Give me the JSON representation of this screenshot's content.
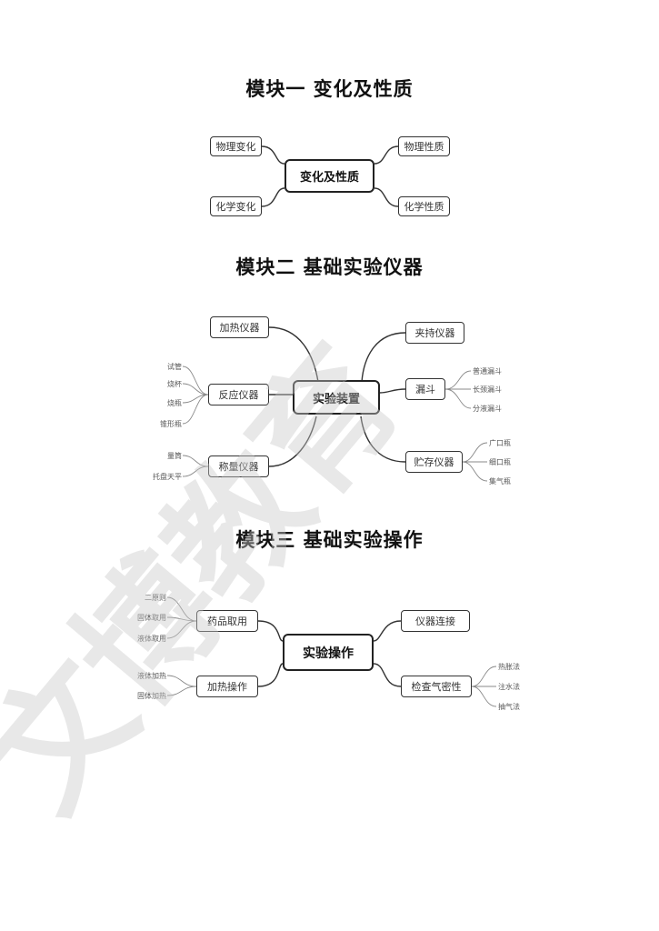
{
  "module1": {
    "title": "模块一  变化及性质",
    "center": "变化及性质",
    "left": [
      "物理变化",
      "化学变化"
    ],
    "right": [
      "物理性质",
      "化学性质"
    ]
  },
  "module2": {
    "title": "模块二  基础实验仪器",
    "center": "实验装置",
    "heating": "加热仪器",
    "reaction": {
      "label": "反应仪器",
      "items": [
        "试管",
        "烧杯",
        "烧瓶",
        "锥形瓶"
      ]
    },
    "weighing": {
      "label": "称量仪器",
      "items": [
        "量筒",
        "托盘天平"
      ]
    },
    "clamping": "夹持仪器",
    "funnel": {
      "label": "漏斗",
      "items": [
        "普通漏斗",
        "长颈漏斗",
        "分液漏斗"
      ]
    },
    "storage": {
      "label": "贮存仪器",
      "items": [
        "广口瓶",
        "细口瓶",
        "集气瓶"
      ]
    }
  },
  "module3": {
    "title": "模块三  基础实验操作",
    "center": "实验操作",
    "drug": {
      "label": "药品取用",
      "items": [
        "二原则",
        "固体取用",
        "液体取用"
      ]
    },
    "heat": {
      "label": "加热操作",
      "items": [
        "液体加热",
        "固体加热"
      ]
    },
    "connect": "仪器连接",
    "airtight": {
      "label": "检查气密性",
      "items": [
        "热胀法",
        "注水法",
        "抽气法"
      ]
    }
  },
  "watermark": {
    "text": "文博教育",
    "color": "#c8c8c8"
  }
}
